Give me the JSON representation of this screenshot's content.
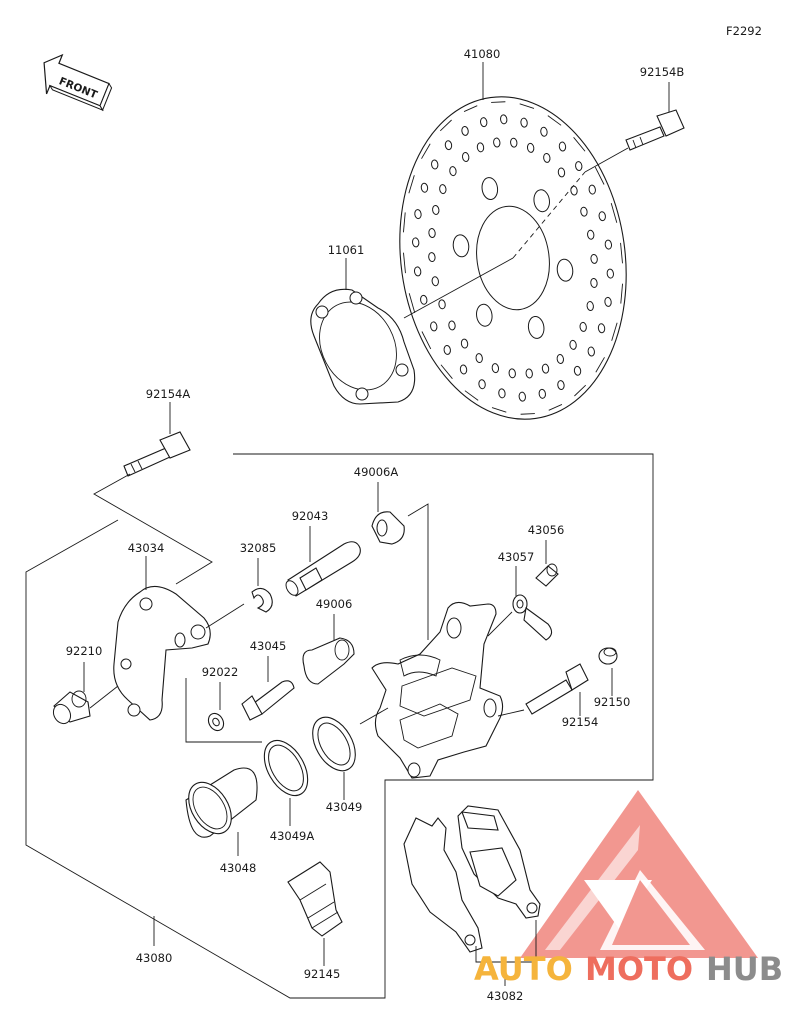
{
  "figure_id": "F2292",
  "front_label": "FRONT",
  "parts": {
    "p41080": "41080",
    "p92154B": "92154B",
    "p11061": "11061",
    "p92154A": "92154A",
    "p49006A": "49006A",
    "p92043": "92043",
    "p32085": "32085",
    "p43034": "43034",
    "p43056": "43056",
    "p43057": "43057",
    "p49006": "49006",
    "p92210": "92210",
    "p43045": "43045",
    "p92022": "92022",
    "p92150": "92150",
    "p92154": "92154",
    "p43049": "43049",
    "p43049A": "43049A",
    "p43048": "43048",
    "p92145": "92145",
    "p43080": "43080",
    "p43082": "43082"
  },
  "watermark": {
    "brand_a": "AUTO",
    "brand_b": "MOTO",
    "brand_c": "HUB",
    "color_a": "#f5b43c",
    "color_b": "#ee6e5e",
    "color_c": "#8c8c8c",
    "logo_color": "#ef7a72"
  }
}
